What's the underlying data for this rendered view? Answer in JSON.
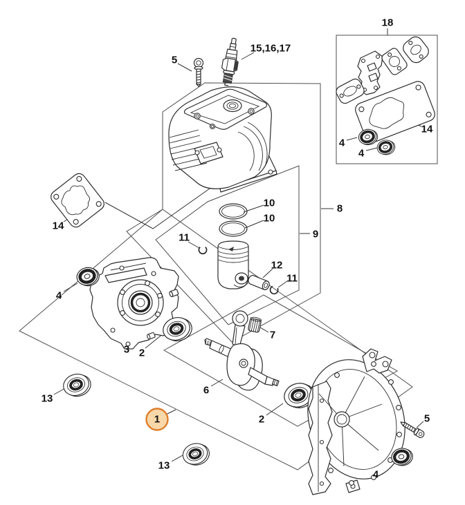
{
  "figure": {
    "type": "exploded-parts-diagram",
    "background": "#ffffff"
  },
  "colors": {
    "line": "#2b2b2b",
    "plate_line": "#4d4d4d",
    "label_text": "#111111"
  },
  "highlight": {
    "text": "1",
    "fill": "#F8D7A8",
    "stroke": "#DE7D2C"
  },
  "labels": [
    {
      "id": "18",
      "text": "18"
    },
    {
      "id": "15-16-17",
      "text": "15,16,17"
    },
    {
      "id": "5-top",
      "text": "5"
    },
    {
      "id": "14-box",
      "text": "14"
    },
    {
      "id": "4-box-a",
      "text": "4"
    },
    {
      "id": "4-box-b",
      "text": "4"
    },
    {
      "id": "8",
      "text": "8"
    },
    {
      "id": "9",
      "text": "9"
    },
    {
      "id": "10-a",
      "text": "10"
    },
    {
      "id": "10-b",
      "text": "10"
    },
    {
      "id": "11-left",
      "text": "11"
    },
    {
      "id": "12",
      "text": "12"
    },
    {
      "id": "11-right",
      "text": "11"
    },
    {
      "id": "14-left",
      "text": "14"
    },
    {
      "id": "4-left",
      "text": "4"
    },
    {
      "id": "3",
      "text": "3"
    },
    {
      "id": "2-left",
      "text": "2"
    },
    {
      "id": "7",
      "text": "7"
    },
    {
      "id": "6",
      "text": "6"
    },
    {
      "id": "13-top",
      "text": "13"
    },
    {
      "id": "1",
      "text": "1"
    },
    {
      "id": "2-mid",
      "text": "2"
    },
    {
      "id": "13-bottom",
      "text": "13"
    },
    {
      "id": "5-right",
      "text": "5"
    },
    {
      "id": "4-right",
      "text": "4"
    }
  ],
  "drawing_elements": [
    "gasket-set-box",
    "cylinder",
    "spark-plug",
    "screw",
    "cylinder-base-gasket",
    "flange-gasket",
    "carburetor-gasket",
    "manifold-gasket",
    "exhaust-gasket",
    "oil-seal",
    "piston-ring",
    "piston",
    "piston-pin",
    "circlip",
    "crankcase-half-left",
    "ball-bearing",
    "crankshaft",
    "needle-bearing-cage",
    "crankcase-half-right",
    "highlight-callout"
  ]
}
